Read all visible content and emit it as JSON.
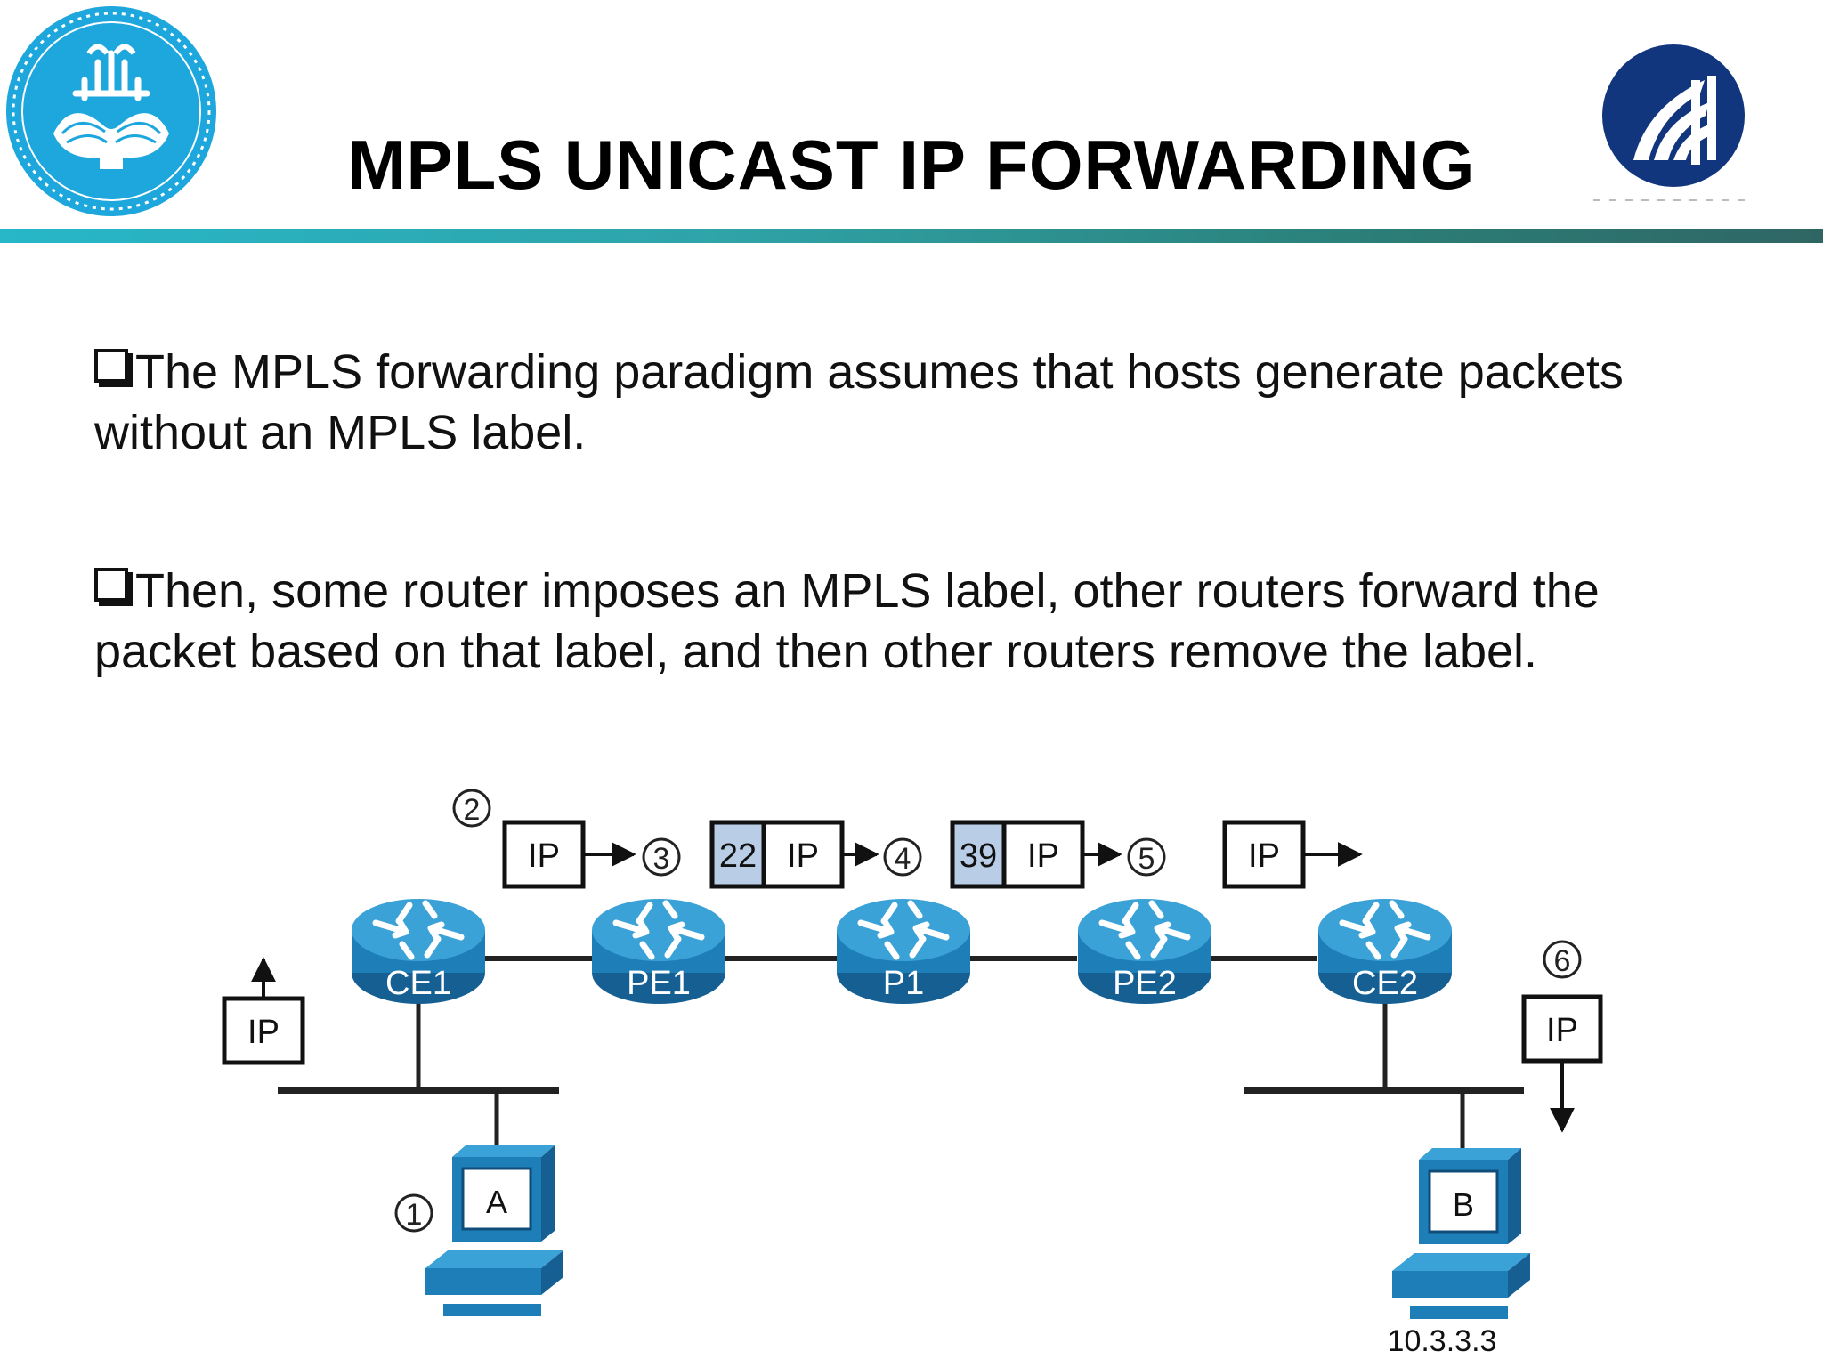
{
  "slide": {
    "title": "MPLS UNICAST IP FORWARDING",
    "logo_left": {
      "icon": "university-of-tehran-emblem",
      "color": "#1ea7dd"
    },
    "logo_right": {
      "icon": "institute-logo",
      "color": "#12367e"
    }
  },
  "bullets": [
    {
      "text": "The MPLS forwarding paradigm assumes that hosts generate packets without an MPLS label."
    },
    {
      "text": "Then, some router imposes an MPLS label, other routers forward the packet based on that label, and then other routers remove the label."
    }
  ],
  "diagram": {
    "steps": [
      "1",
      "2",
      "3",
      "4",
      "5",
      "6"
    ],
    "routers": [
      "CE1",
      "PE1",
      "P1",
      "PE2",
      "CE2"
    ],
    "packets": {
      "ip": "IP",
      "label_1": "22",
      "label_2": "39"
    },
    "hosts": {
      "a": "A",
      "b": "B",
      "b_address": "10.3.3.3"
    },
    "colors": {
      "router": "#1e7fb8",
      "router_top": "#3aa2d6",
      "label_fill": "#b9cde6"
    }
  }
}
